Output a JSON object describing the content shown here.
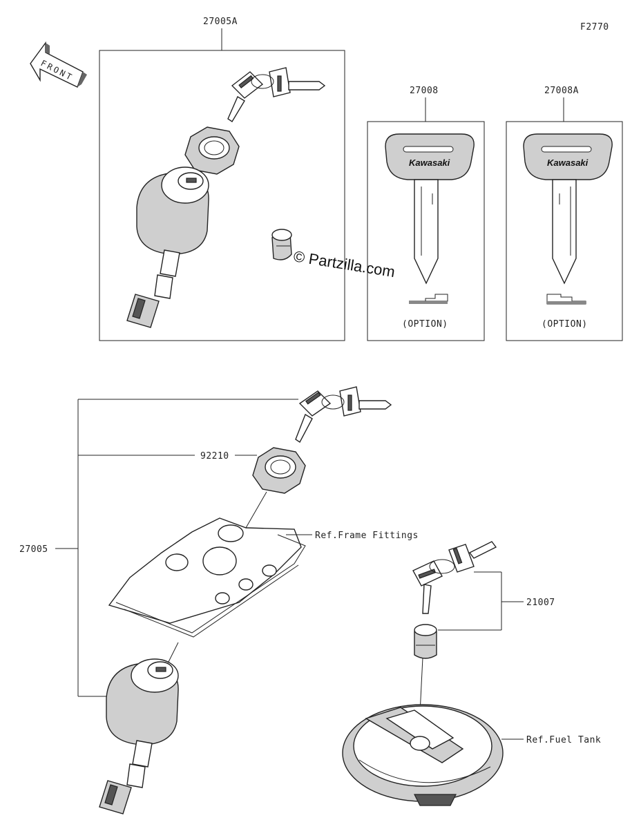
{
  "figure_code": "F2770",
  "front_label": "FRONT",
  "watermark": "© Partzilla.com",
  "key_brand": "Kawasaki",
  "parts": {
    "p27005A": "27005A",
    "p27008": "27008",
    "p27008A": "27008A",
    "p92210": "92210",
    "p27005": "27005",
    "p21007": "21007"
  },
  "option_label": "(OPTION)",
  "refs": {
    "frame": "Ref.Frame Fittings",
    "fuel": "Ref.Fuel Tank"
  }
}
